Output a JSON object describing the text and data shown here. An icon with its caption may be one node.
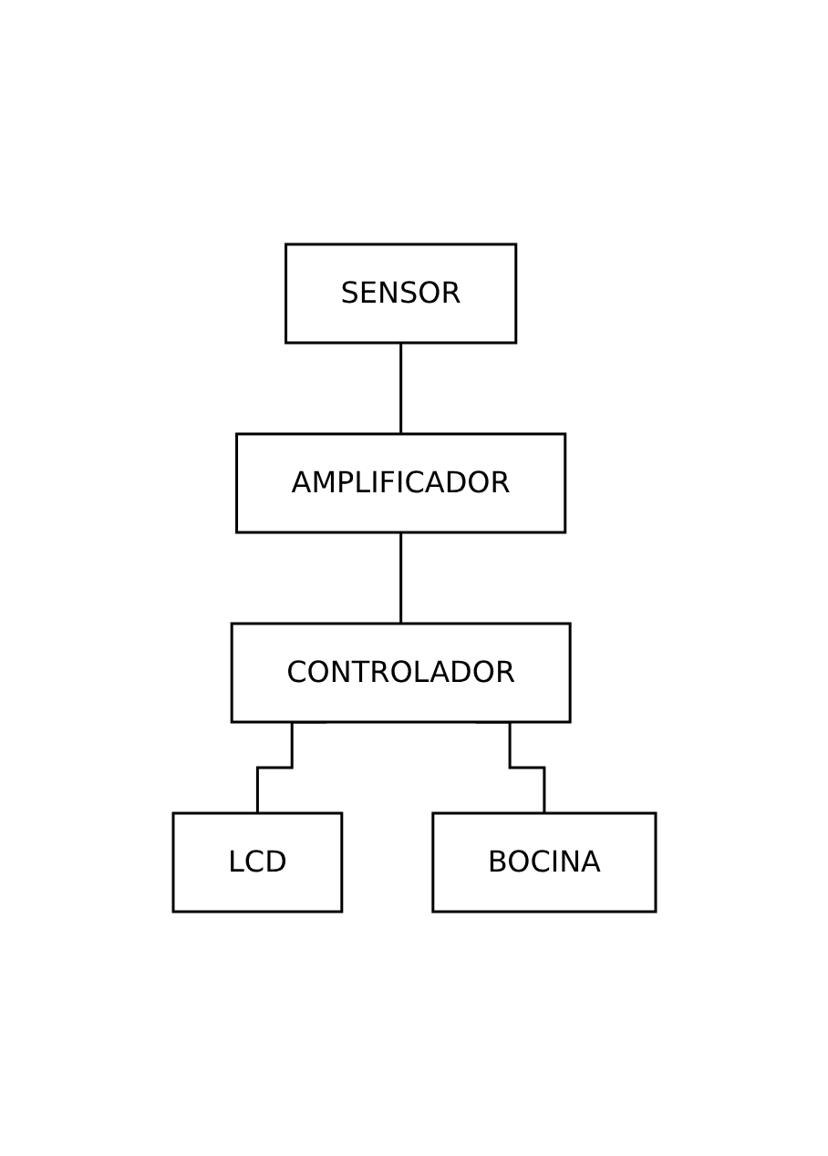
{
  "diagram": {
    "nodes": [
      {
        "text": [
          "SENSOR"
        ]
      },
      {
        "text": [
          "AMPLIFICADOR"
        ]
      },
      {
        "text": [
          "CONTROLADOR"
        ]
      },
      {
        "text": [
          "LCD"
        ]
      },
      {
        "text": [
          "BOCINA"
        ]
      }
    ],
    "edges": [
      {
        "from": 0,
        "to": 1,
        "arrow": "none"
      },
      {
        "from": 1,
        "to": 2,
        "arrow": "none"
      },
      {
        "from": 2,
        "to": 3,
        "arrow": "none"
      },
      {
        "from": 2,
        "to": 4,
        "arrow": "none"
      }
    ]
  }
}
